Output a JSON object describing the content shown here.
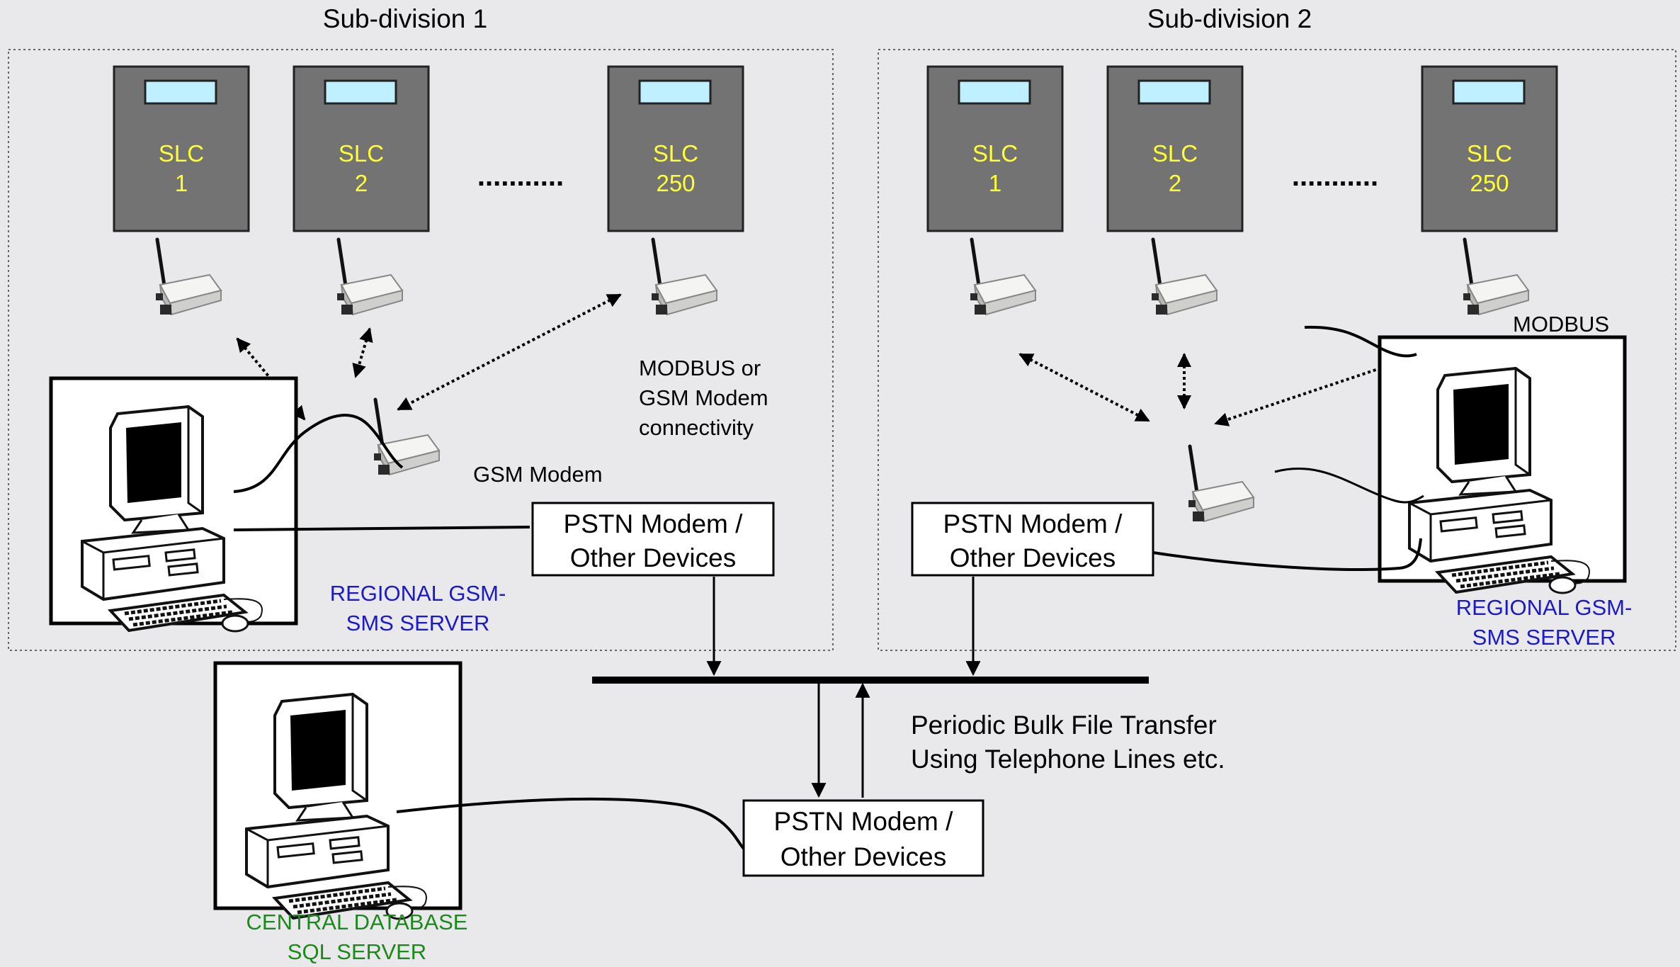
{
  "colors": {
    "background": "#e9e9eb",
    "slc_fill": "#737373",
    "slc_text": "#ffff33",
    "display": "#bff0ff",
    "regional_label": "#1a1acc",
    "central_label": "#1a8a1a"
  },
  "subdivisions": [
    {
      "title": "Sub-division 1",
      "slcs": [
        {
          "label": "SLC",
          "num": "1"
        },
        {
          "label": "SLC",
          "num": "2"
        },
        {
          "label": "SLC",
          "num": "250"
        }
      ],
      "ellipsis": "...........",
      "connectivity_note": [
        "MODBUS or",
        "GSM Modem",
        "connectivity"
      ],
      "gsm_label": "GSM Modem",
      "pstn": [
        "PSTN Modem /",
        "Other Devices"
      ],
      "server_label": [
        "REGIONAL GSM-",
        "SMS SERVER"
      ]
    },
    {
      "title": "Sub-division 2",
      "slcs": [
        {
          "label": "SLC",
          "num": "1"
        },
        {
          "label": "SLC",
          "num": "2"
        },
        {
          "label": "SLC",
          "num": "250"
        }
      ],
      "ellipsis": "...........",
      "modbus_label": "MODBUS",
      "pstn": [
        "PSTN Modem /",
        "Other Devices"
      ],
      "server_label": [
        "REGIONAL GSM-",
        "SMS SERVER"
      ]
    }
  ],
  "transfer_note": [
    "Periodic Bulk File Transfer",
    "Using Telephone Lines etc."
  ],
  "central": {
    "pstn": [
      "PSTN Modem /",
      "Other Devices"
    ],
    "server_label": [
      "CENTRAL DATABASE",
      "SQL SERVER"
    ]
  }
}
